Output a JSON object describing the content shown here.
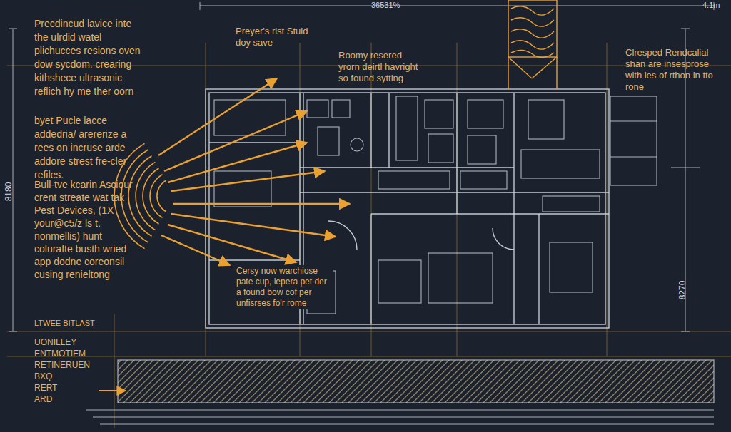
{
  "diagram": {
    "labels": [
      "36531%",
      "4.1m",
      "Precdincud lavice inte the ulrdid watel plichucces resions oven dow sycdom. crearing kithshece ultrasonic reflich hy me ther oorn",
      "byet Pucle lacce addedria/ arererize a rees on incruse arde addore strest fre-cler refiles.",
      "Bull-tve kcarin Asciour crent streate wat tak Pest Devices, (1X your@c5/z ls t. nonmellis) hunt colurafte busth wried app dodne coreonsil cusing renieltong",
      "LTWEE BITLAST",
      "UONILLEY ENTMOTIEM RETINERUEN BXQ RERT ARD",
      "Preyer's rist Stuid doy save",
      "Roomy resered yrorn deirtl havright so found sytting",
      "Clresped Rendcalial shan are insesprose with les of rthon in tto rone",
      "Cersy now warchiose pate cup, lepera pet der a found bow cof per unfisrses fo'r rome",
      "8180",
      "8270"
    ]
  }
}
